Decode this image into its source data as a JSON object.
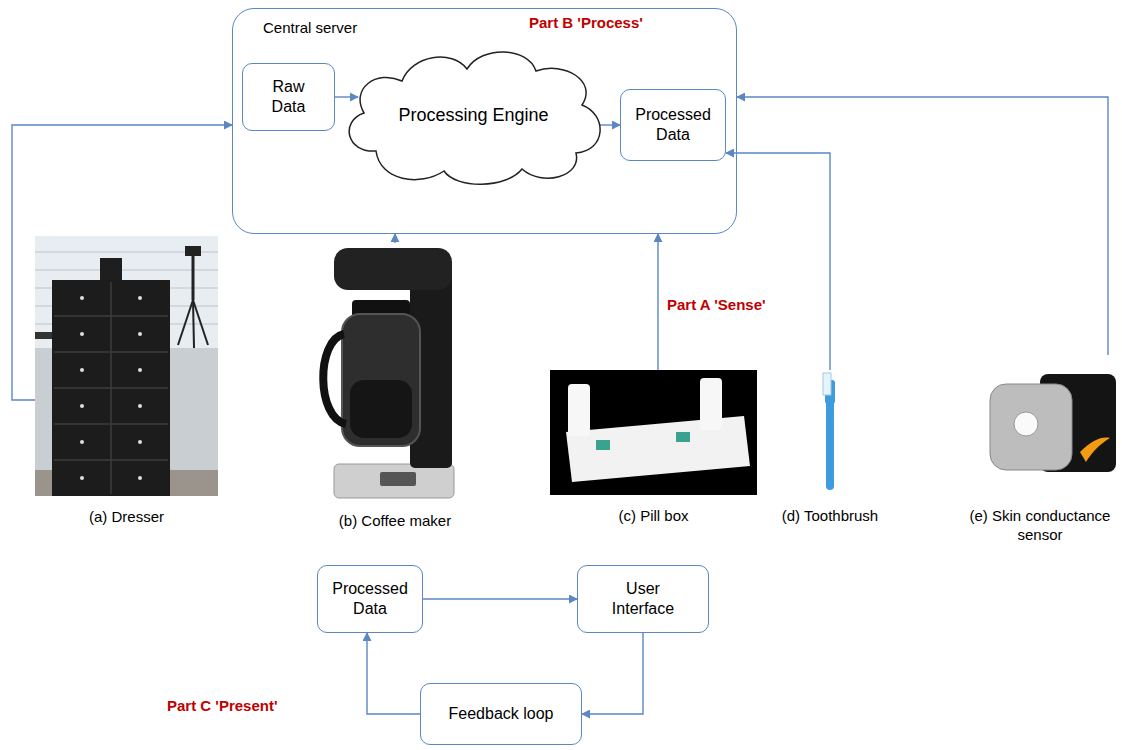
{
  "diagram": {
    "nodes": [
      {
        "text": [
          "Central server"
        ]
      },
      {
        "text": [
          "Raw Data"
        ],
        "in": 0
      },
      {
        "text": [
          "Processing Engine"
        ],
        "in": 0
      },
      {
        "text": [
          "Processed Data"
        ],
        "in": 0
      },
      {
        "text": [
          "(a) Dresser"
        ]
      },
      {
        "text": [
          "(b) Coffee maker"
        ]
      },
      {
        "text": [
          "(c) Pill box"
        ]
      },
      {
        "text": [
          "(d) Toothbrush"
        ]
      },
      {
        "text": [
          "(e) Skin conductance sensor"
        ]
      },
      {
        "text": [
          "Processed Data"
        ]
      },
      {
        "text": [
          "User Interface"
        ]
      },
      {
        "text": [
          "Feedback loop"
        ]
      }
    ],
    "edges": [
      {
        "from": 1,
        "to": 2,
        "arrow": "to"
      },
      {
        "from": 2,
        "to": 3,
        "arrow": "to"
      },
      {
        "from": 4,
        "to": 0,
        "arrow": "to"
      },
      {
        "from": 5,
        "to": 0,
        "arrow": "to"
      },
      {
        "from": 6,
        "to": 0,
        "arrow": "to"
      },
      {
        "from": 7,
        "to": 3,
        "arrow": "to"
      },
      {
        "from": 8,
        "to": 0,
        "arrow": "to"
      },
      {
        "from": 9,
        "to": 10,
        "arrow": "to"
      },
      {
        "from": 10,
        "to": 11,
        "arrow": "to"
      },
      {
        "from": 11,
        "to": 9,
        "arrow": "to"
      }
    ],
    "labels": [
      "Part B 'Process'",
      "Part A 'Sense'",
      "Part C 'Present'"
    ]
  }
}
